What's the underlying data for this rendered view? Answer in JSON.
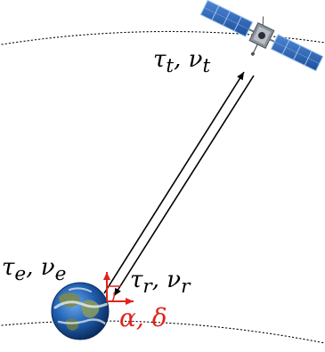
{
  "labels": {
    "satellite": "τ<sub>t</sub>, ν<sub>t</sub>",
    "emitted": "τ<sub>e</sub>, ν<sub>e</sub>",
    "received": "τ<sub>r</sub>, ν<sub>r</sub>",
    "angles": "α, δ"
  },
  "colors": {
    "text": "#000000",
    "accent": "#e0241b",
    "orbit": "#000000",
    "panel": "#2f66b8",
    "panel_grid": "#9cc4f0",
    "body": "#8a929c",
    "ocean": "#1f5fb0",
    "land": "#7b8a4e",
    "cloud": "#f2f4f7"
  },
  "icons": {
    "satellite": "satellite-icon",
    "earth": "earth-icon"
  }
}
